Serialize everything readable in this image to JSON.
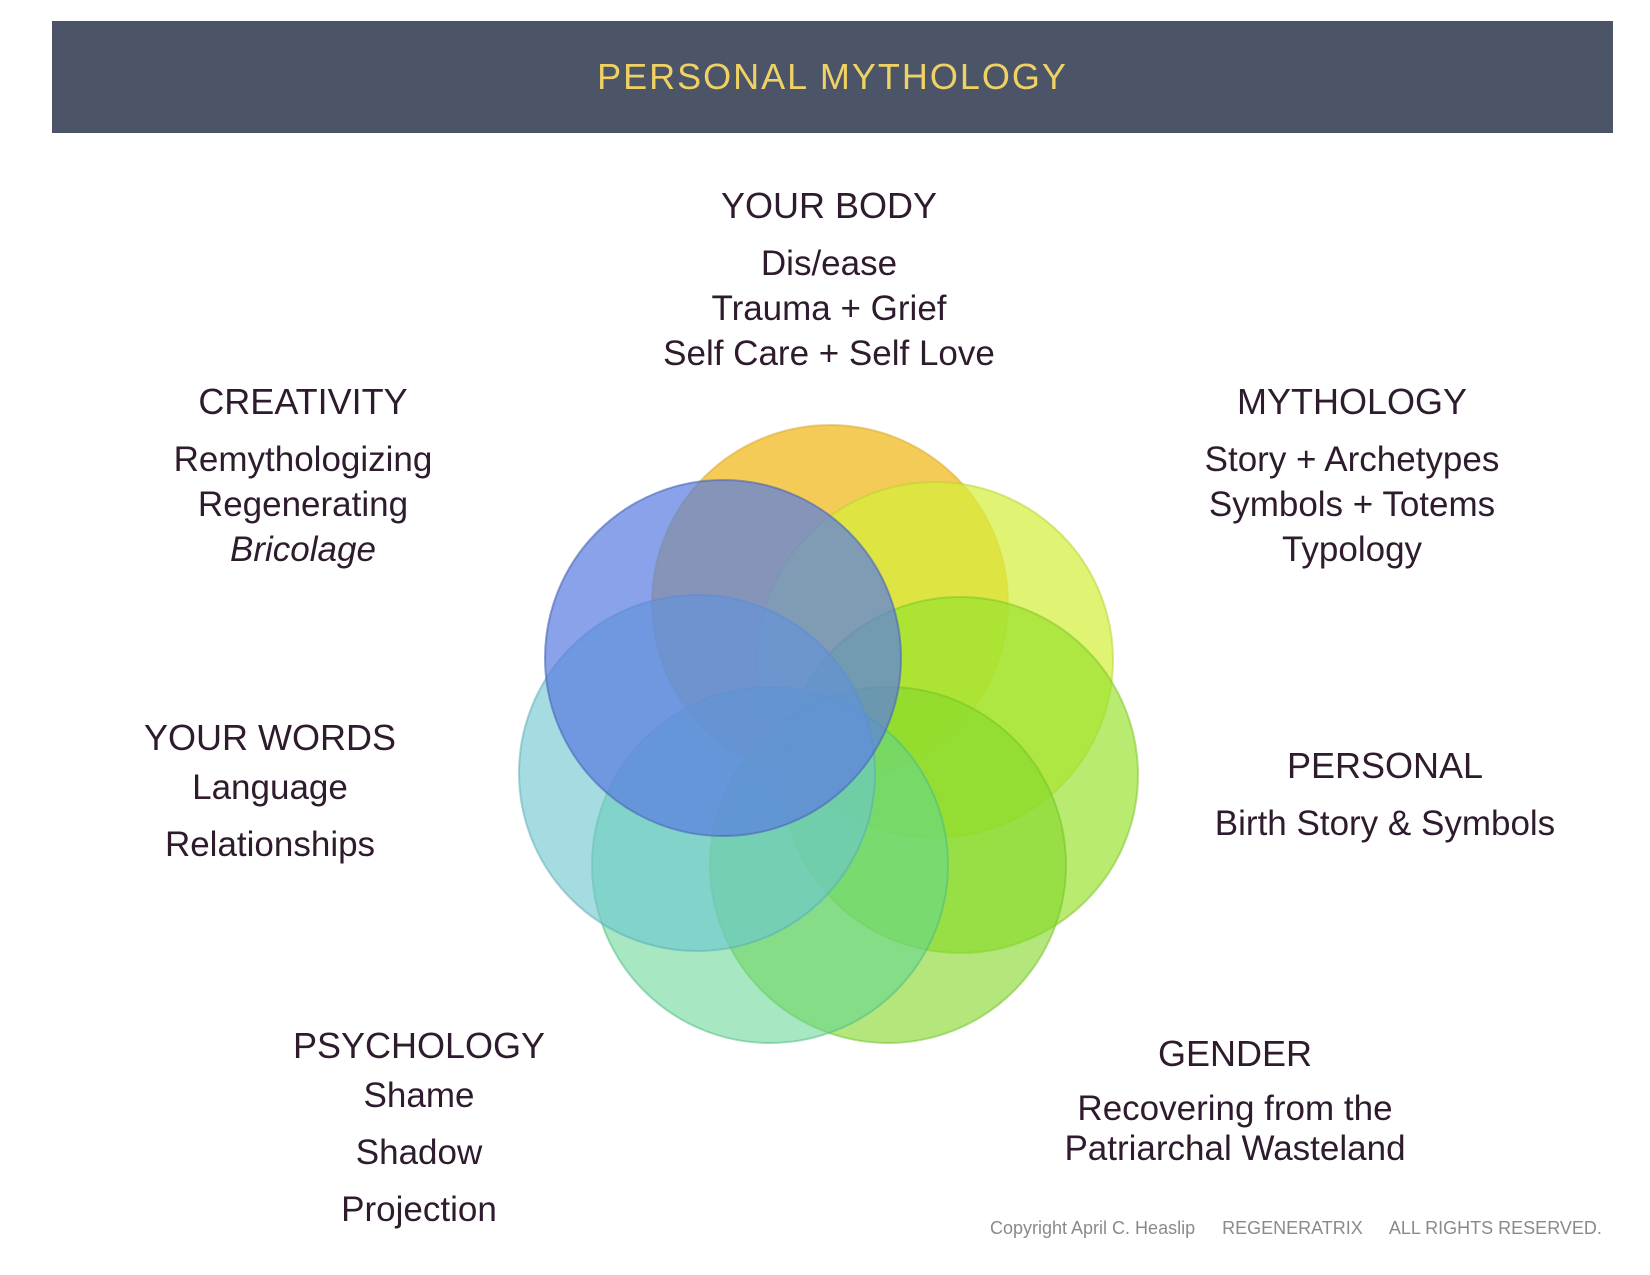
{
  "title": "PERSONAL MYTHOLOGY",
  "groups": {
    "body": {
      "heading": "YOUR BODY",
      "items": [
        "Dis/ease",
        "Trauma + Grief",
        "Self Care + Self Love"
      ]
    },
    "creativity": {
      "heading": "CREATIVITY",
      "items": [
        "Remythologizing",
        "Regenerating",
        "Bricolage"
      ]
    },
    "mythology": {
      "heading": "MYTHOLOGY",
      "items": [
        "Story + Archetypes",
        "Symbols + Totems",
        "Typology"
      ]
    },
    "words": {
      "heading": "YOUR WORDS",
      "items": [
        "Language",
        "Relationships"
      ]
    },
    "personal": {
      "heading": "PERSONAL",
      "items": [
        "Birth Story & Symbols"
      ]
    },
    "psychology": {
      "heading": "PSYCHOLOGY",
      "items": [
        "Shame",
        "Shadow",
        "Projection"
      ]
    },
    "gender": {
      "heading": "GENDER",
      "items": [
        "Recovering from the",
        "Patriarchal Wasteland"
      ]
    }
  },
  "footer": {
    "copyright": "Copyright April C. Heaslip",
    "brand": "REGENERATRIX",
    "rights": "ALL RIGHTS RESERVED."
  },
  "colors": {
    "header_bg": "#4b5567",
    "title": "#f0d264",
    "circle_orange": "#f2c23a",
    "circle_yellow_green": "#d6ef3c",
    "circle_green": "#96e22c",
    "circle_light_green": "#84d92c",
    "circle_mint": "#5fd691",
    "circle_teal": "#6cc6cf",
    "circle_blue": "#5c7ee0"
  }
}
